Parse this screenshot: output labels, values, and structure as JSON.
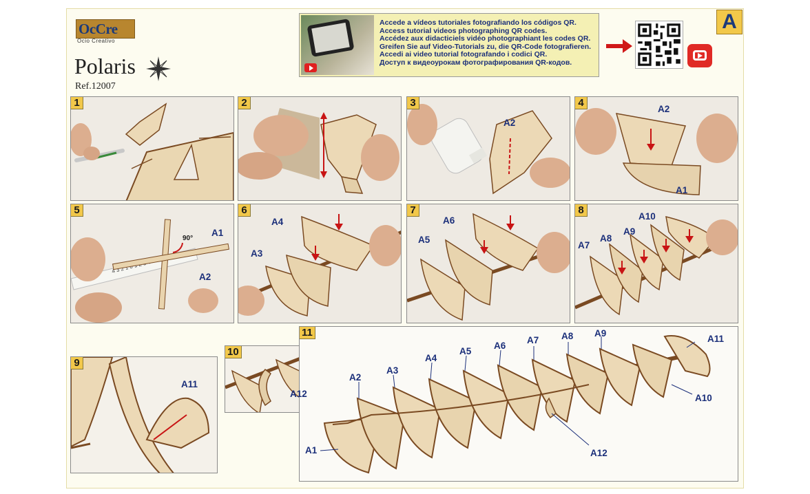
{
  "header": {
    "brand": "OcCre",
    "brand_tagline": "Ocio Creativo",
    "model_name": "Polaris",
    "reference": "Ref.12007",
    "sheet_letter": "A",
    "qr_lines": [
      "Accede a vídeos tutoriales fotografiando los códigos QR.",
      "Access tutorial videos photographing QR codes.",
      "Accédez aux didacticiels vidéo photographiant les codes QR.",
      "Greifen Sie auf Video-Tutorials zu, die QR-Code fotografieren.",
      "Accedi ai video tutorial fotografando i codici QR.",
      "Доступ к видеоурокам фотографирования QR-кодов."
    ]
  },
  "colors": {
    "accent": "#f2c84a",
    "label": "#1b2f7a",
    "arrow": "#d01010",
    "wood": "#ecd9b6",
    "wood_edge": "#7a4a22"
  },
  "steps": [
    {
      "number": "1",
      "labels": []
    },
    {
      "number": "2",
      "labels": []
    },
    {
      "number": "3",
      "labels": [
        "A2"
      ]
    },
    {
      "number": "4",
      "labels": [
        "A2",
        "A1"
      ]
    },
    {
      "number": "5",
      "labels": [
        "90°",
        "A1",
        "A2"
      ]
    },
    {
      "number": "6",
      "labels": [
        "A4",
        "A3"
      ]
    },
    {
      "number": "7",
      "labels": [
        "A6",
        "A5"
      ]
    },
    {
      "number": "8",
      "labels": [
        "A10",
        "A7",
        "A8",
        "A9"
      ]
    },
    {
      "number": "9",
      "labels": [
        "A11"
      ]
    },
    {
      "number": "10",
      "labels": [
        "A12"
      ]
    },
    {
      "number": "11",
      "labels": [
        "A2",
        "A3",
        "A4",
        "A5",
        "A6",
        "A7",
        "A8",
        "A9",
        "A11",
        "A10",
        "A12",
        "A1"
      ]
    }
  ]
}
